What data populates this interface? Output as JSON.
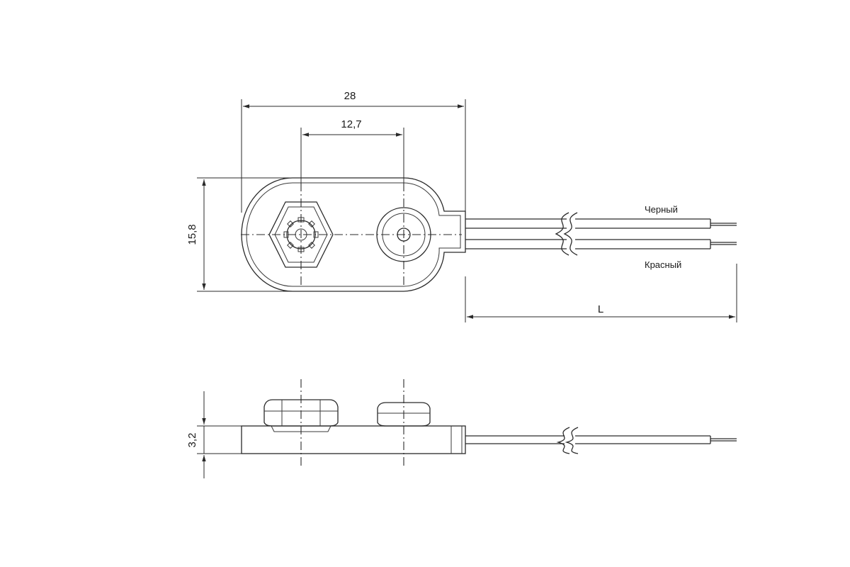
{
  "dimensions": {
    "overall_width": "28",
    "terminal_spacing": "12,7",
    "height": "15,8",
    "thickness": "3,2",
    "wire_length": "L"
  },
  "wires": {
    "top_label": "Черный",
    "bottom_label": "Красный"
  }
}
